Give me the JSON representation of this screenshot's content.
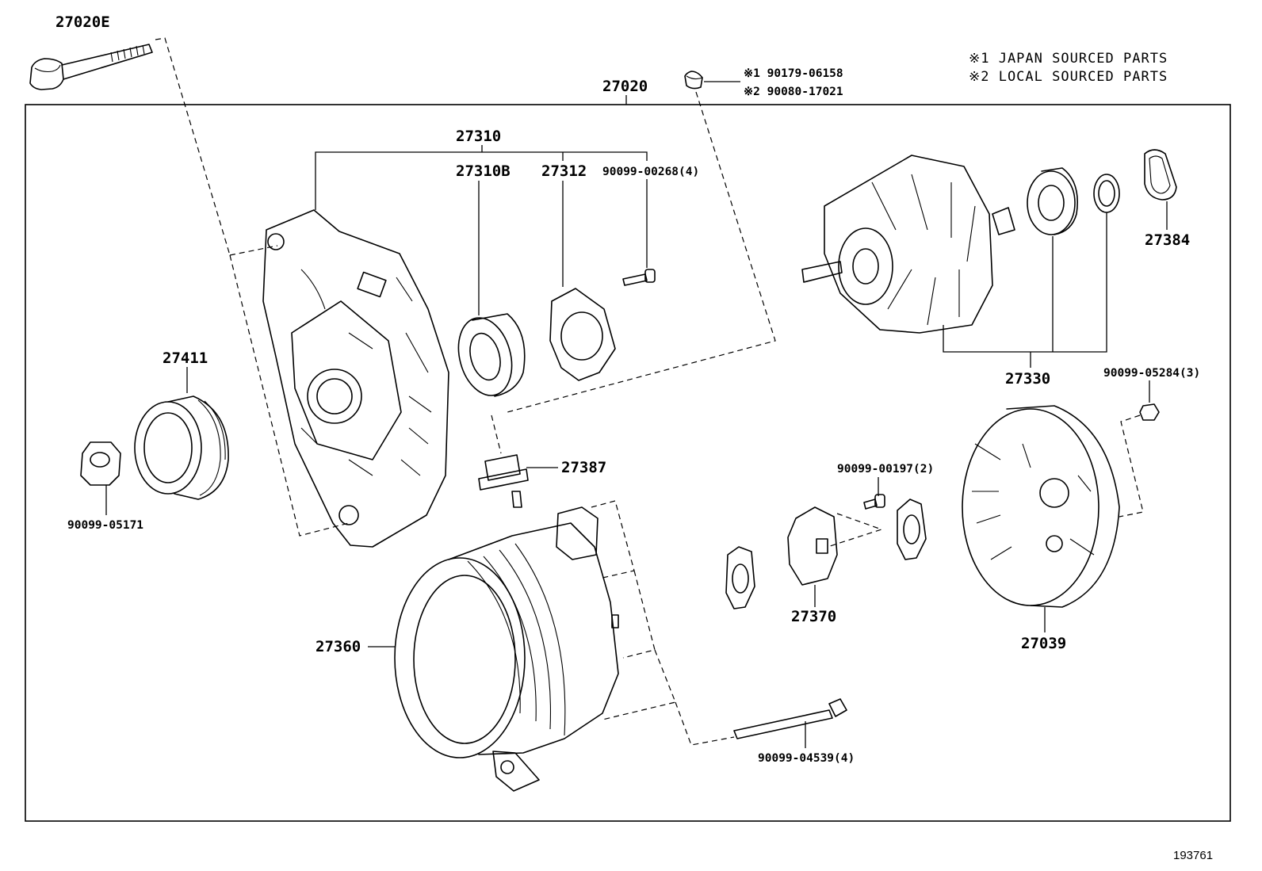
{
  "notes": {
    "japan": "※1 JAPAN SOURCED PARTS",
    "local": "※2 LOCAL SOURCED PARTS"
  },
  "bolt_variants": {
    "v1": "※1 90179-06158",
    "v2": "※2 90080-17021"
  },
  "labels": {
    "p27020E": "27020E",
    "p27020": "27020",
    "p27310": "27310",
    "p27310B": "27310B",
    "p27312": "27312",
    "p90099_00268": "90099-00268(4)",
    "p27384": "27384",
    "p27330": "27330",
    "p90099_05284": "90099-05284(3)",
    "p27411": "27411",
    "p90099_05171": "90099-05171",
    "p27387": "27387",
    "p90099_00197": "90099-00197(2)",
    "p27370": "27370",
    "p27039": "27039",
    "p27360": "27360",
    "p90099_04539": "90099-04539(4)"
  },
  "diagram_id": "193761"
}
